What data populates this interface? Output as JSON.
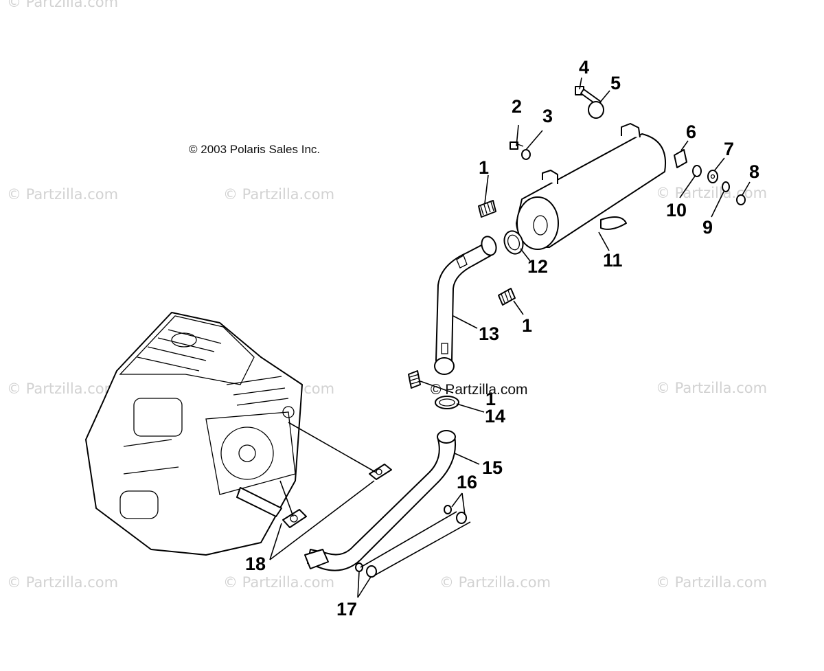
{
  "copyright": "© 2003 Polaris Sales Inc.",
  "watermarks": [
    "© Partzilla.com",
    "© Partzilla.com",
    "© Partzilla.com",
    "© Partzilla.com",
    "© Partzilla.com",
    "© Partzilla.com",
    "© Partzilla.com",
    "© Partzilla.com",
    "© Partzilla.com",
    "© Partzilla.com",
    "© Partzilla.com"
  ],
  "stamp": "© Partzilla.com",
  "callouts": {
    "c1a": "1",
    "c1b": "1",
    "c1c": "1",
    "c2": "2",
    "c3": "3",
    "c4": "4",
    "c5": "5",
    "c6": "6",
    "c7": "7",
    "c8": "8",
    "c9": "9",
    "c10": "10",
    "c11": "11",
    "c12": "12",
    "c13": "13",
    "c14": "14",
    "c15": "15",
    "c16": "16",
    "c17": "17",
    "c18": "18"
  },
  "parts": {
    "spring": "spring-icon",
    "muffler": "muffler-icon",
    "engine": "engine-icon",
    "exhaust_pipe": "exhaust-pipe-icon",
    "head_pipe": "head-pipe-icon",
    "gasket": "gasket-icon",
    "bolt": "bolt-icon",
    "nut": "nut-icon",
    "washer": "washer-icon"
  },
  "colors": {
    "ink": "#000000",
    "watermark": "#d2d2d2",
    "background": "#ffffff"
  }
}
